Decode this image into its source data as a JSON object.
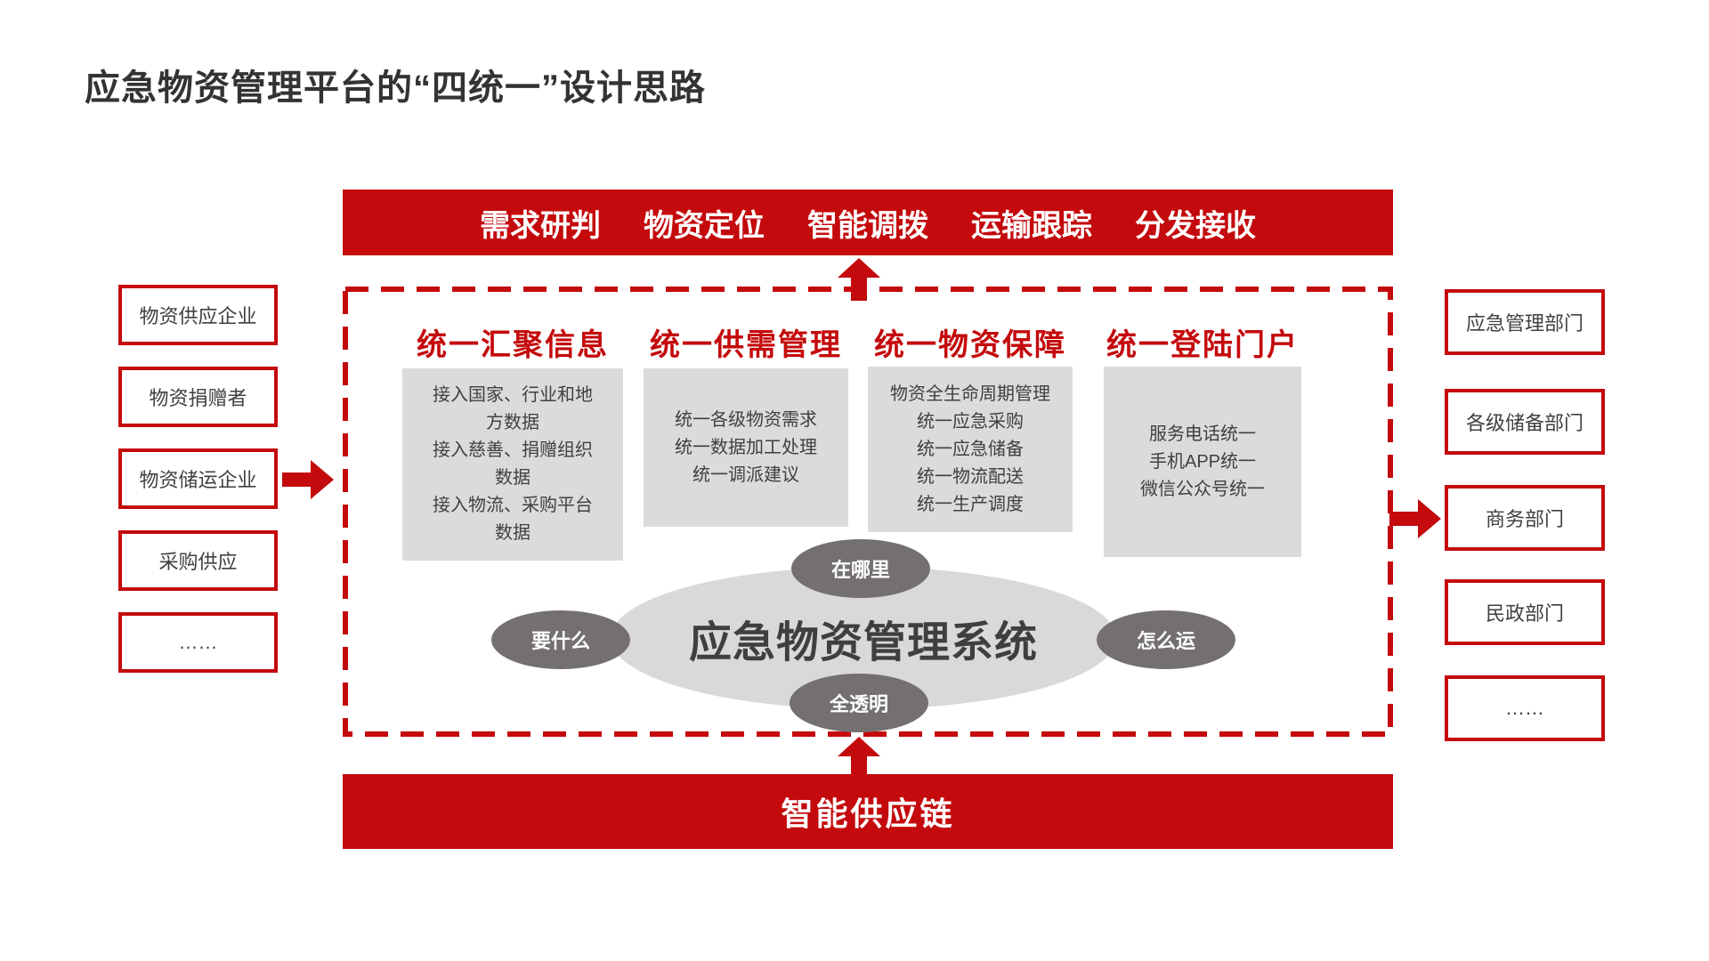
{
  "page": {
    "title": "应急物资管理平台的“四统一”设计思路"
  },
  "colors": {
    "red": "#c40a0c",
    "gray_box": "#dbdbdb",
    "ellipse_gray": "#d9d9d9",
    "bubble_gray": "#757070",
    "text_dark": "#404040",
    "title_color": "#333333"
  },
  "top_bar": {
    "items": [
      "需求研判",
      "物资定位",
      "智能调拨",
      "运输跟踪",
      "分发接收"
    ]
  },
  "bottom_bar": {
    "label": "智能供应链"
  },
  "left_column": {
    "items": [
      "物资供应企业",
      "物资捐赠者",
      "物资储运企业",
      "采购供应",
      "……"
    ]
  },
  "right_column": {
    "items": [
      "应急管理部门",
      "各级储备部门",
      "商务部门",
      "民政部门",
      "……"
    ]
  },
  "pillars": [
    {
      "title": "统一汇聚信息",
      "lines": [
        "接入国家、行业和地\n方数据",
        "接入慈善、捐赠组织\n数据",
        "接入物流、采购平台\n数据"
      ]
    },
    {
      "title": "统一供需管理",
      "lines": [
        "统一各级物资需求",
        "统一数据加工处理",
        "统一调派建议"
      ]
    },
    {
      "title": "统一物资保障",
      "lines": [
        "物资全生命周期管理",
        "统一应急采购",
        "统一应急储备",
        "统一物流配送",
        "统一生产调度"
      ]
    },
    {
      "title": "统一登陆门户",
      "lines": [
        "服务电话统一",
        "手机APP统一",
        "微信公众号统一"
      ]
    }
  ],
  "center": {
    "system": "应急物资管理系统",
    "bubble_top": "在哪里",
    "bubble_left": "要什么",
    "bubble_right": "怎么运",
    "bubble_bottom": "全透明"
  }
}
